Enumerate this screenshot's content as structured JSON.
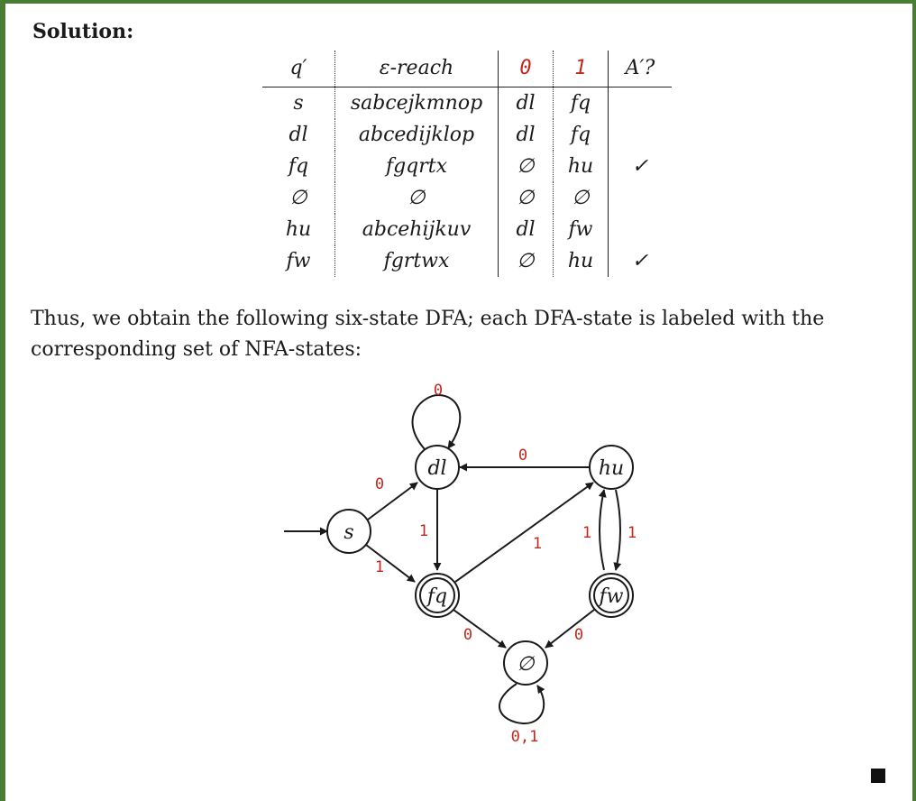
{
  "heading": "Solution:",
  "table": {
    "headers": [
      "q′",
      "ε-reach",
      "0",
      "1",
      "A′?"
    ],
    "rows": [
      [
        "s",
        "sabcejkmnop",
        "dl",
        "fq",
        ""
      ],
      [
        "dl",
        "abcedijklop",
        "dl",
        "fq",
        ""
      ],
      [
        "fq",
        "fgqrtx",
        "∅",
        "hu",
        "✓"
      ],
      [
        "∅",
        "∅",
        "∅",
        "∅",
        ""
      ],
      [
        "hu",
        "abcehijkuv",
        "dl",
        "fw",
        ""
      ],
      [
        "fw",
        "fgrtwx",
        "∅",
        "hu",
        "✓"
      ]
    ]
  },
  "paragraph": "Thus, we obtain the following six-state DFA; each DFA-state is labeled with the corresponding set of NFA-states:",
  "dfa": {
    "states": [
      {
        "id": "s",
        "label": "s",
        "accepting": false
      },
      {
        "id": "dl",
        "label": "dl",
        "accepting": false
      },
      {
        "id": "hu",
        "label": "hu",
        "accepting": false
      },
      {
        "id": "fq",
        "label": "fq",
        "accepting": true
      },
      {
        "id": "fw",
        "label": "fw",
        "accepting": true
      },
      {
        "id": "empty",
        "label": "∅",
        "accepting": false
      }
    ],
    "transitions": [
      {
        "from": "dl",
        "to": "dl",
        "label": "0"
      },
      {
        "from": "s",
        "to": "dl",
        "label": "0"
      },
      {
        "from": "hu",
        "to": "dl",
        "label": "0"
      },
      {
        "from": "dl",
        "to": "fq",
        "label": "1"
      },
      {
        "from": "s",
        "to": "fq",
        "label": "1"
      },
      {
        "from": "fq",
        "to": "hu",
        "label": "1"
      },
      {
        "from": "fw",
        "to": "hu",
        "label": "1"
      },
      {
        "from": "hu",
        "to": "fw",
        "label": "1"
      },
      {
        "from": "fq",
        "to": "empty",
        "label": "0"
      },
      {
        "from": "fw",
        "to": "empty",
        "label": "0"
      },
      {
        "from": "empty",
        "to": "empty",
        "label": "0,1"
      }
    ]
  },
  "colors": {
    "frame": "#4a7d34",
    "symbol": "#c0281e"
  }
}
